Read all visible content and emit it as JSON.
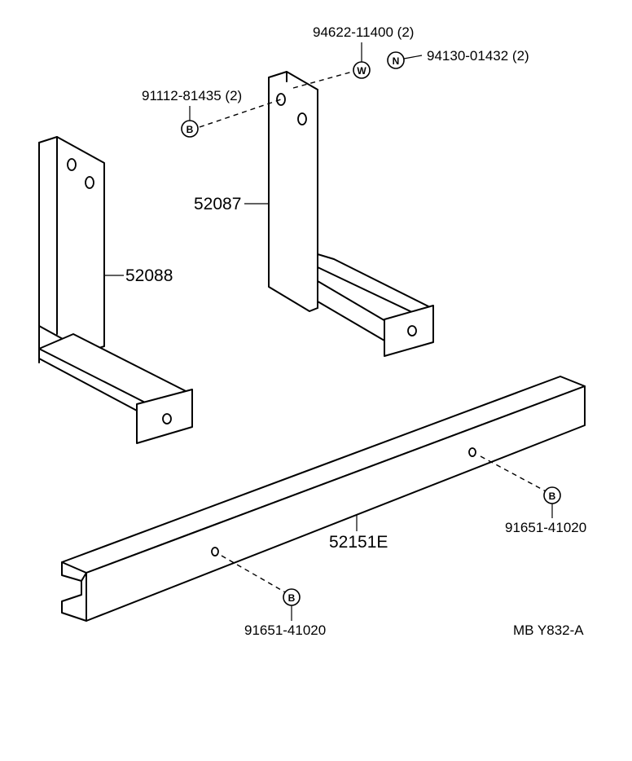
{
  "parts": {
    "bracket_right": {
      "label": "52087"
    },
    "bracket_left": {
      "label": "52088"
    },
    "crossmember": {
      "label": "52151E"
    }
  },
  "fasteners": {
    "washer": {
      "label": "94622-11400 (2)",
      "symbol": "W"
    },
    "nut": {
      "label": "94130-01432 (2)",
      "symbol": "N"
    },
    "bolt_top": {
      "label": "91112-81435 (2)",
      "symbol": "B"
    },
    "bolt_right": {
      "label": "91651-41020",
      "symbol": "B"
    },
    "bolt_left": {
      "label": "91651-41020",
      "symbol": "B"
    }
  },
  "diagram_code": "MB Y832-A"
}
